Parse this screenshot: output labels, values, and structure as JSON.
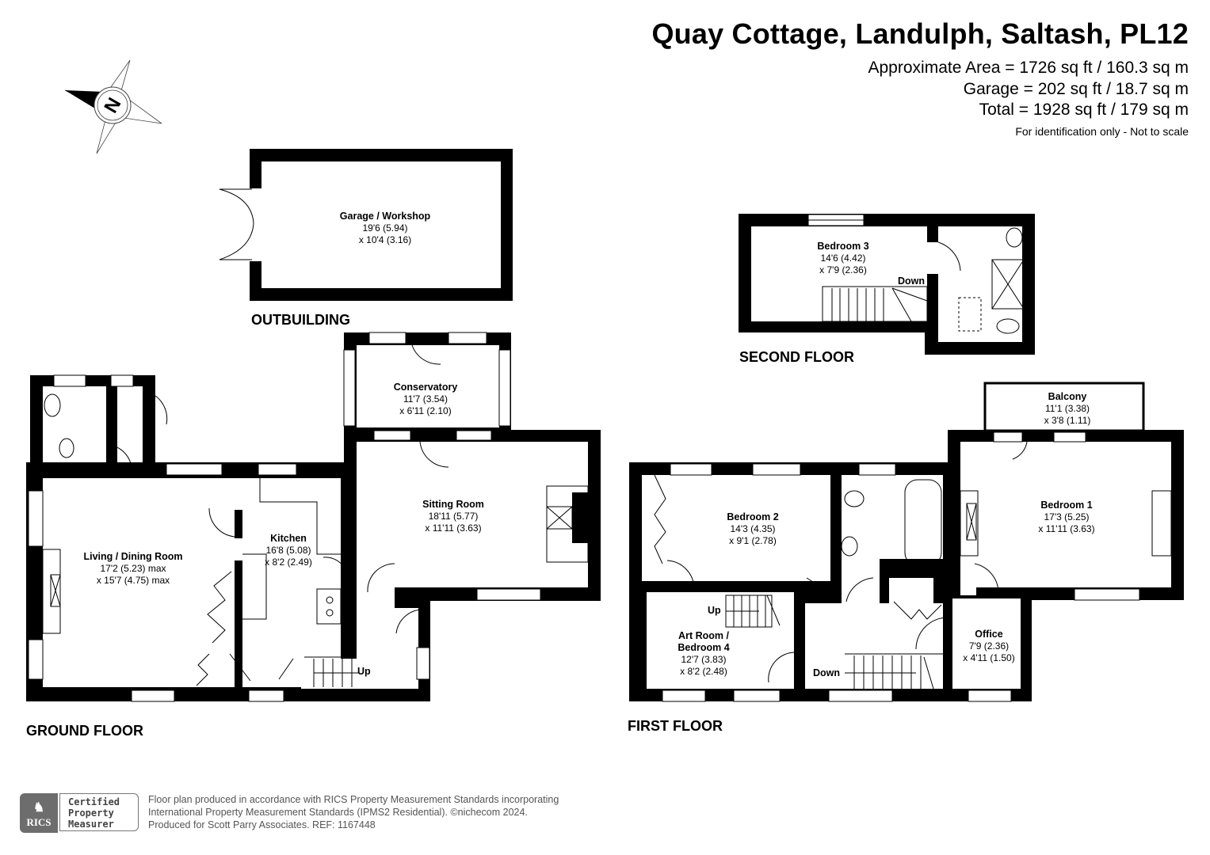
{
  "header": {
    "title": "Quay Cottage, Landulph, Saltash, PL12",
    "approx_area": "Approximate Area = 1726 sq ft / 160.3 sq m",
    "garage_area": "Garage = 202 sq ft / 18.7 sq m",
    "total_area": "Total = 1928 sq ft / 179 sq m",
    "note": "For identification only - Not to scale"
  },
  "compass": {
    "icon": "north-compass-icon",
    "letter": "N"
  },
  "floors": {
    "outbuilding": {
      "label": "OUTBUILDING",
      "rooms": [
        {
          "name": "Garage / Workshop",
          "dim1": "19'6 (5.94)",
          "dim2": "x 10'4 (3.16)"
        }
      ]
    },
    "ground": {
      "label": "GROUND FLOOR",
      "rooms": [
        {
          "name": "Conservatory",
          "dim1": "11'7 (3.54)",
          "dim2": "x 6'11 (2.10)"
        },
        {
          "name": "Sitting Room",
          "dim1": "18'11 (5.77)",
          "dim2": "x 11'11 (3.63)"
        },
        {
          "name": "Kitchen",
          "dim1": "16'8 (5.08)",
          "dim2": "x 8'2 (2.49)"
        },
        {
          "name": "Living / Dining Room",
          "dim1": "17'2 (5.23) max",
          "dim2": "x 15'7 (4.75) max"
        }
      ],
      "stairs_label": "Up"
    },
    "first": {
      "label": "FIRST FLOOR",
      "rooms": [
        {
          "name": "Bedroom 2",
          "dim1": "14'3 (4.35)",
          "dim2": "x 9'1 (2.78)"
        },
        {
          "name": "Art Room /",
          "name2": "Bedroom 4",
          "dim1": "12'7 (3.83)",
          "dim2": "x 8'2 (2.48)"
        },
        {
          "name": "Balcony",
          "dim1": "11'1 (3.38)",
          "dim2": "x 3'8 (1.11)"
        },
        {
          "name": "Bedroom 1",
          "dim1": "17'3 (5.25)",
          "dim2": "x 11'11 (3.63)"
        },
        {
          "name": "Office",
          "dim1": "7'9 (2.36)",
          "dim2": "x 4'11 (1.50)"
        }
      ],
      "stairs_up_label": "Up",
      "stairs_down_label": "Down"
    },
    "second": {
      "label": "SECOND FLOOR",
      "rooms": [
        {
          "name": "Bedroom 3",
          "dim1": "14'6 (4.42)",
          "dim2": "x 7'9 (2.36)"
        }
      ],
      "stairs_label": "Down"
    }
  },
  "footer": {
    "badge_org": "RICS",
    "badge_line1": "Certified",
    "badge_line2": "Property",
    "badge_line3": "Measurer",
    "line1": "Floor plan produced in accordance with RICS Property Measurement Standards incorporating",
    "line2": "International Property Measurement Standards (IPMS2 Residential).  ©nichecom 2024.",
    "line3": "Produced for Scott Parry Associates.   REF: 1167448"
  }
}
